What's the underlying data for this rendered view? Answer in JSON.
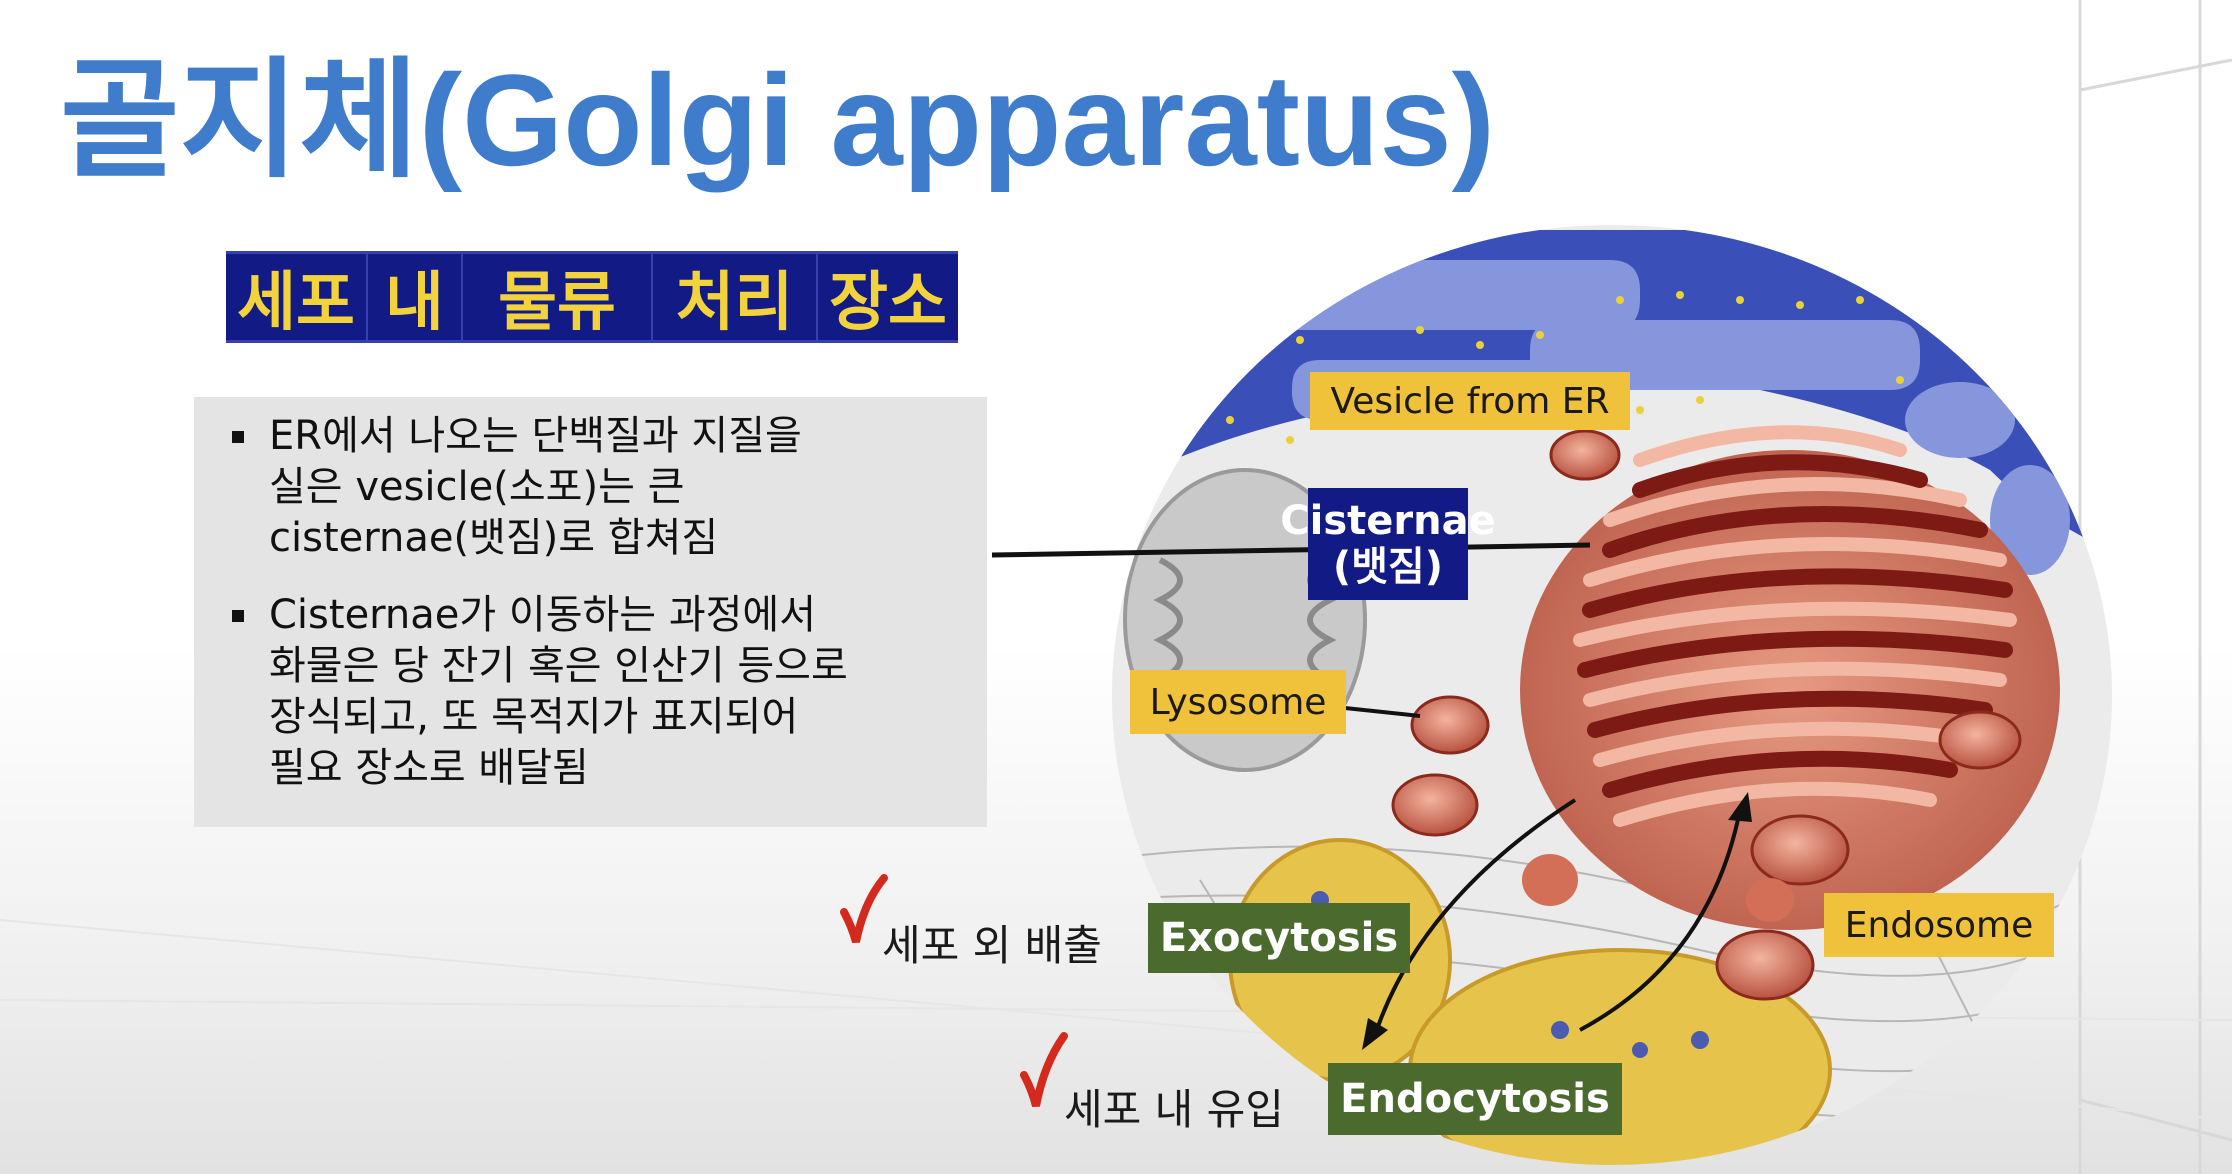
{
  "slide": {
    "title": "골지체(Golgi apparatus)",
    "subtitle_words": [
      "세포",
      "내",
      "물류",
      "처리",
      "장소"
    ],
    "bullets": [
      {
        "lines": [
          "ER에서 나오는 단백질과 지질을",
          "실은 vesicle(소포)는 큰",
          "cisternae(뱃짐)로 합쳐짐"
        ]
      },
      {
        "lines": [
          "Cisternae가 이동하는 과정에서",
          "화물은 당 잔기 혹은 인산기 등으로",
          "장식되고, 또 목적지가 표지되어",
          "필요 장소로 배달됨"
        ]
      }
    ]
  },
  "diagram": {
    "labels": {
      "vesicle_from_er": "Vesicle from ER",
      "cisternae_line1": "Cisternae",
      "cisternae_line2": "(뱃짐)",
      "lysosome": "Lysosome",
      "endosome": "Endosome",
      "exocytosis": "Exocytosis",
      "endocytosis": "Endocytosis"
    },
    "notes": {
      "exocytosis_kr": "세포 외 배출",
      "endocytosis_kr": "세포 내 유입"
    }
  },
  "colors": {
    "title": "#3f7ccc",
    "subtitle_bg": "#121a86",
    "subtitle_text": "#f2d33c",
    "tag_yellow": "#f0c13a",
    "tag_green": "#4a6b2d",
    "check_red": "#d42a1e"
  },
  "icons": [
    "check-mark-icon",
    "bullet-square-icon"
  ]
}
